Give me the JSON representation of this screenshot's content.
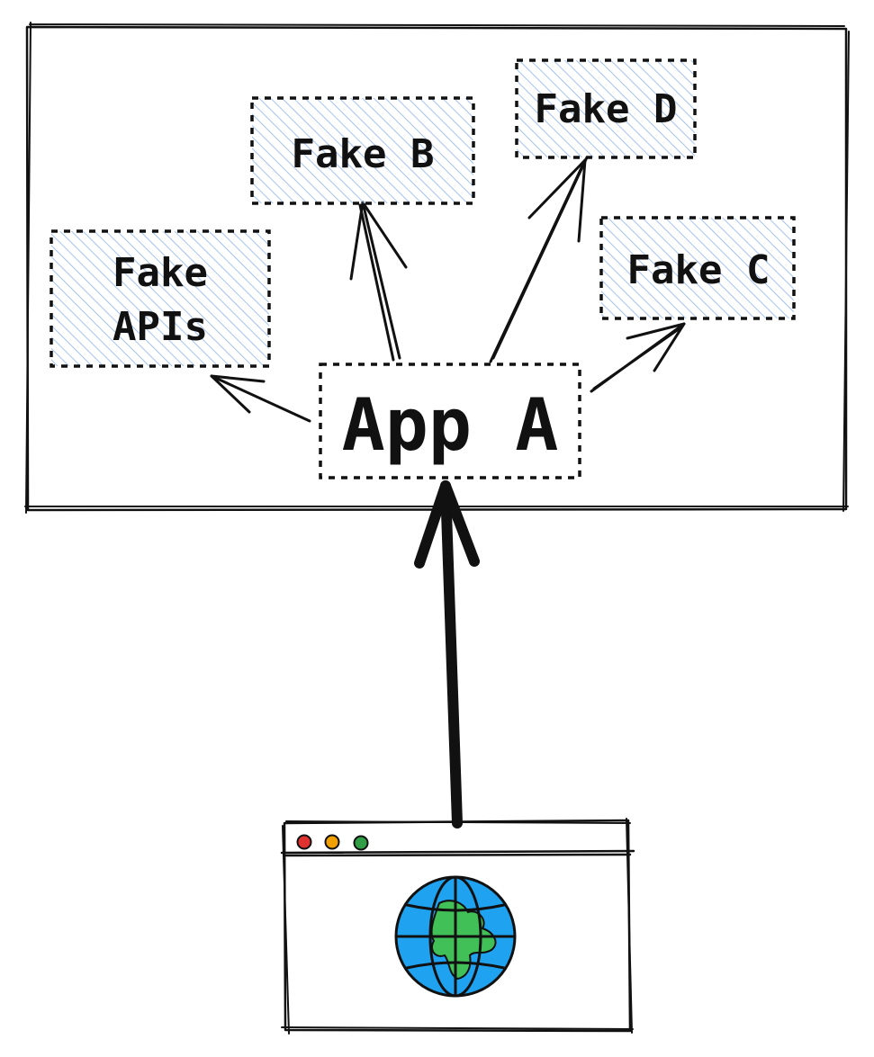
{
  "diagram": {
    "nodes": {
      "fake_apis": {
        "line1": "Fake",
        "line2": "APIs"
      },
      "fake_b": {
        "label": "Fake B"
      },
      "fake_c": {
        "label": "Fake C"
      },
      "fake_d": {
        "label": "Fake D"
      },
      "app_a": {
        "label": "App A"
      }
    },
    "edges": [
      {
        "from": "app_a",
        "to": "fake_apis"
      },
      {
        "from": "app_a",
        "to": "fake_b"
      },
      {
        "from": "app_a",
        "to": "fake_d"
      },
      {
        "from": "app_a",
        "to": "fake_c"
      },
      {
        "from": "browser",
        "to": "app_a"
      }
    ],
    "colors": {
      "hatch": "#8fb3f0",
      "stroke": "#111111",
      "dot_red": "#e03131",
      "dot_yellow": "#f0a000",
      "dot_green": "#2f9e44",
      "globe_ocean": "#1fa2f0",
      "globe_land": "#40c057"
    },
    "icons": [
      "browser-window-icon",
      "globe-icon"
    ]
  }
}
